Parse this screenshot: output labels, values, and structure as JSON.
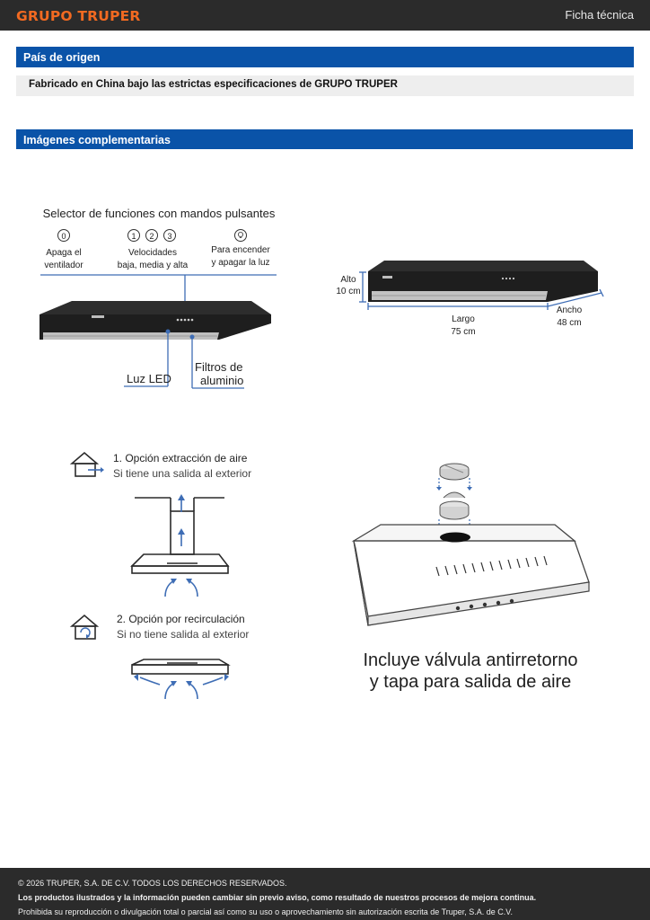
{
  "header": {
    "brand": "GRUPO TRUPER",
    "doc_type": "Ficha técnica"
  },
  "origin": {
    "title": "País de origen",
    "text": "Fabricado en China bajo las estrictas especificaciones de GRUPO TRUPER"
  },
  "images": {
    "title": "Imágenes complementarias"
  },
  "diagram1": {
    "title": "Selector de funciones con mandos pulsantes",
    "btn0": "0",
    "btn1": "1",
    "btn2": "2",
    "btn3": "3",
    "lbl_off_1": "Apaga el",
    "lbl_off_2": "ventilador",
    "lbl_speed_1": "Velocidades",
    "lbl_speed_2": "baja, media y alta",
    "lbl_light_1": "Para encender",
    "lbl_light_2": "y apagar la luz",
    "lbl_led": "Luz LED",
    "lbl_filter_1": "Filtros de",
    "lbl_filter_2": "aluminio"
  },
  "dimensions": {
    "alto_label": "Alto",
    "alto_value": "10 cm",
    "largo_label": "Largo",
    "largo_value": "75 cm",
    "ancho_label": "Ancho",
    "ancho_value": "48 cm"
  },
  "options": {
    "opt1_title": "1. Opción extracción de aire",
    "opt1_sub": "Si tiene una salida al exterior",
    "opt2_title": "2. Opción por recirculación",
    "opt2_sub": "Si no tiene salida al exterior"
  },
  "valve": {
    "line1": "Incluye válvula antirretorno",
    "line2": "y tapa para salida de aire"
  },
  "footer": {
    "copyright": "© 2026 TRUPER, S.A. DE C.V. TODOS LOS DERECHOS RESERVADOS.",
    "notice": "Los productos ilustrados y la información pueden cambiar sin previo aviso, como resultado de nuestros procesos de mejora continua.",
    "prohibition": "Prohibida su reproducción o divulgación total o parcial así como su uso o aprovechamiento sin autorización escrita de Truper, S.A. de C.V."
  },
  "colors": {
    "orange": "#f26a21",
    "blue": "#0a53a8",
    "accent_blue": "#3e6db5",
    "dark": "#2b2b2b"
  }
}
